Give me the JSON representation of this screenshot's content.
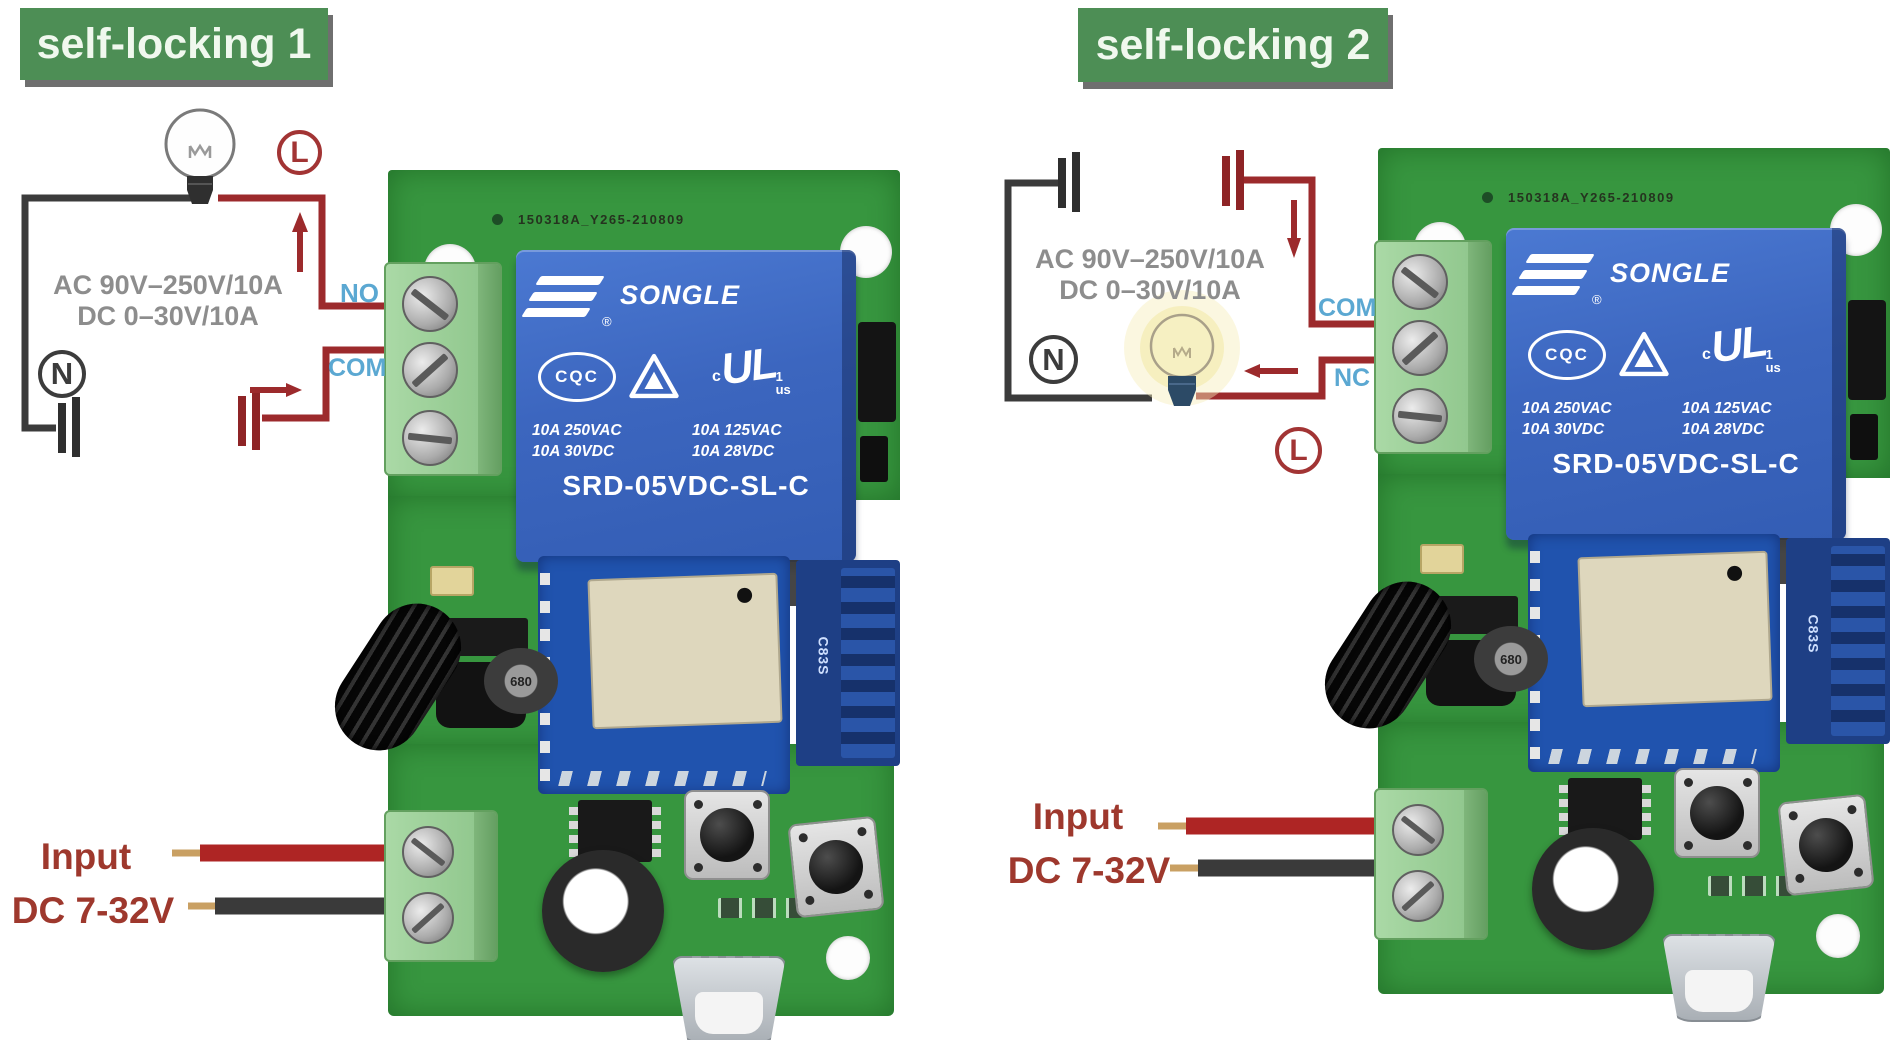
{
  "panels": [
    {
      "badge": "self-locking 1",
      "rating_ac": "AC 90V–250V/10A",
      "rating_dc": "DC 0–30V/10A",
      "live": "L",
      "neutral": "N",
      "terminal_top": "NO",
      "terminal_bottom": "COM",
      "input_title": "Input",
      "input_voltage": "DC 7-32V"
    },
    {
      "badge": "self-locking 2",
      "rating_ac": "AC 90V–250V/10A",
      "rating_dc": "DC 0–30V/10A",
      "live": "L",
      "neutral": "N",
      "terminal_top": "COM",
      "terminal_bottom": "NC",
      "input_title": "Input",
      "input_voltage": "DC 7-32V"
    }
  ],
  "board": {
    "silkscreen": "150318A_Y265-210809",
    "relay": {
      "brand": "SONGLE",
      "reg": "®",
      "cert": "CQC",
      "ul_c": "c",
      "ul": "UL",
      "ul_num": "1",
      "ul_us": "us",
      "r1a": "10A 250VAC",
      "r1b": "10A 125VAC",
      "r2a": "10A 30VDC",
      "r2b": "10A 28VDC",
      "model": "SRD-05VDC-SL-C"
    },
    "inductor": "680",
    "antenna": "C83S"
  },
  "colors": {
    "badge_green": "#4d8e55",
    "pcb_green": "#37963f",
    "relay_blue": "#3d68c0",
    "wire_red": "#9c2a2c",
    "wire_black": "#3b3b3b",
    "terminal_label_blue": "#5ba8d2",
    "input_label_red": "#9e382d",
    "rating_text_gray": "#8d8d8d"
  }
}
